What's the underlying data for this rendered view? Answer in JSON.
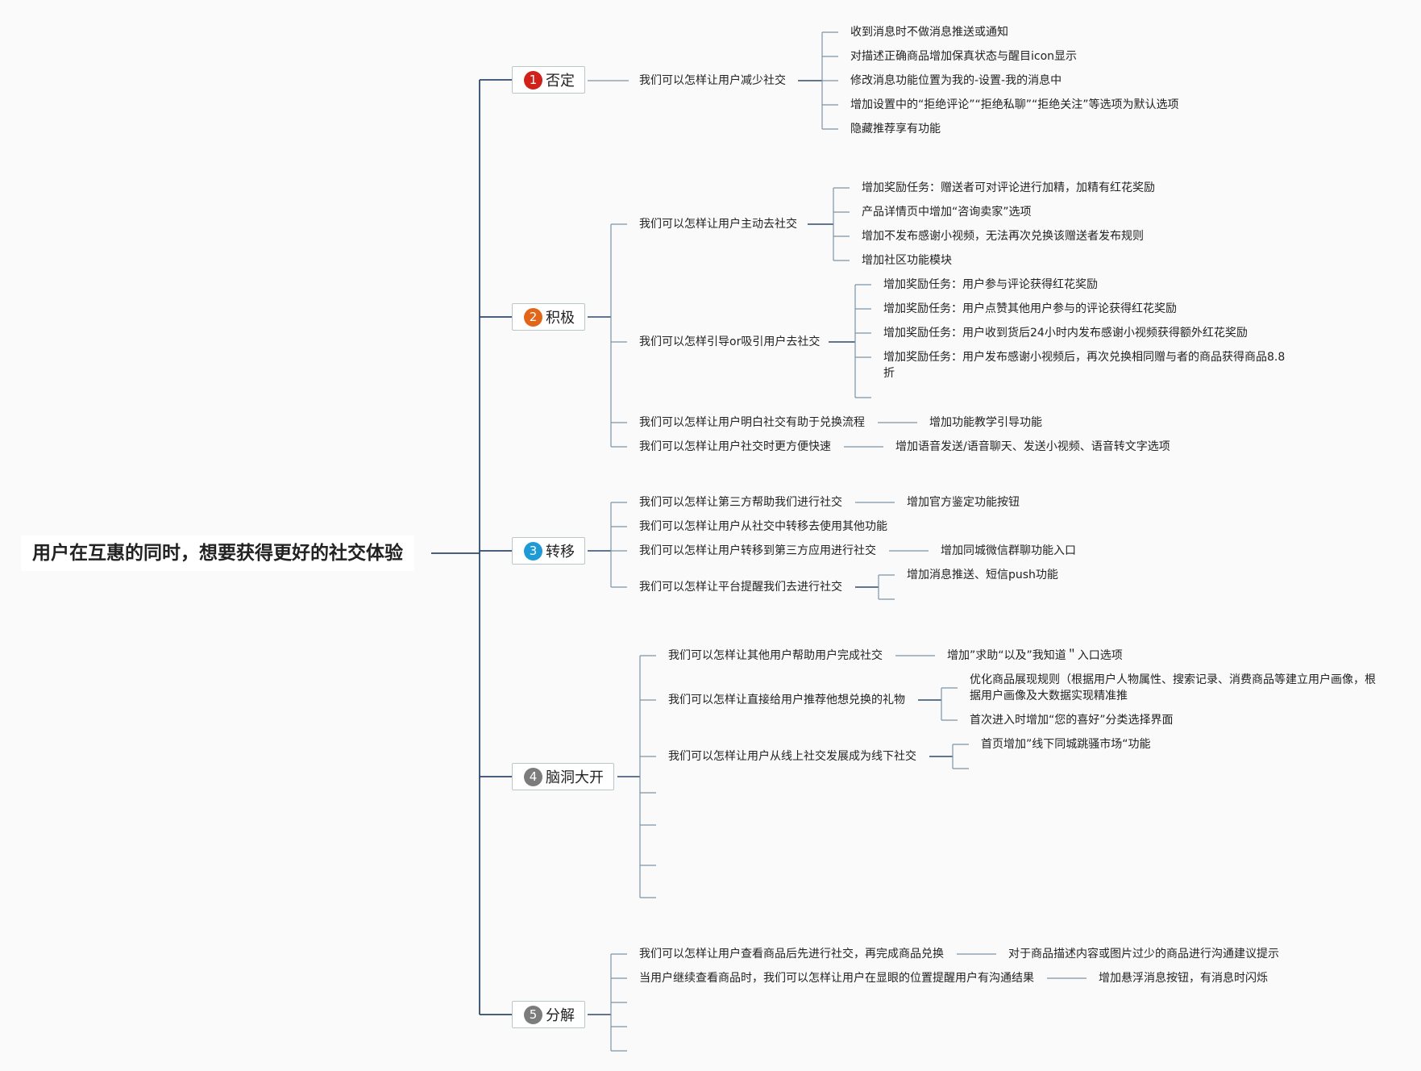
{
  "root": "用户在互惠的同时，想要获得更好的社交体验",
  "colors": {
    "line": "#2e4a6b",
    "line_light": "#7d93a8"
  },
  "branches": [
    {
      "num": "1",
      "label": "否定",
      "color": "#d0211a"
    },
    {
      "num": "2",
      "label": "积极",
      "color": "#e2661a"
    },
    {
      "num": "3",
      "label": "转移",
      "color": "#1e9ad6"
    },
    {
      "num": "4",
      "label": "脑洞大开",
      "color": "#7c7c7c"
    },
    {
      "num": "5",
      "label": "分解",
      "color": "#7c7c7c"
    }
  ],
  "texts": {
    "b1q1": "我们可以怎样让用户减少社交",
    "b1q1a1": "收到消息时不做消息推送或通知",
    "b1q1a2": "对描述正确商品增加保真状态与醒目icon显示",
    "b1q1a3": "修改消息功能位置为我的-设置-我的消息中",
    "b1q1a4": "增加设置中的“拒绝评论”“拒绝私聊”“拒绝关注”等选项为默认选项",
    "b1q1a5": "隐藏推荐享有功能",
    "b2q1": "我们可以怎样让用户主动去社交",
    "b2q1a1": "增加奖励任务：赠送者可对评论进行加精，加精有红花奖励",
    "b2q1a2": "产品详情页中增加“咨询卖家”选项",
    "b2q1a3": "增加不发布感谢小视频，无法再次兑换该赠送者发布规则",
    "b2q1a4": "增加社区功能模块",
    "b2q2": "我们可以怎样引导or吸引用户去社交",
    "b2q2a1": "增加奖励任务：用户参与评论获得红花奖励",
    "b2q2a2": "增加奖励任务：用户点赞其他用户参与的评论获得红花奖励",
    "b2q2a3": "增加奖励任务：用户收到货后24小时内发布感谢小视频获得额外红花奖励",
    "b2q2a4": "增加奖励任务：用户发布感谢小视频后，再次兑换相同赠与者的商品获得商品8.8折",
    "b2q3": "我们可以怎样让用户明白社交有助于兑换流程",
    "b2q3a1": "增加功能教学引导功能",
    "b2q4": "我们可以怎样让用户社交时更方便快速",
    "b2q4a1": "增加语音发送/语音聊天、发送小视频、语音转文字选项",
    "b3q1": "我们可以怎样让第三方帮助我们进行社交",
    "b3q1a1": "增加官方鉴定功能按钮",
    "b3q2": "我们可以怎样让用户从社交中转移去使用其他功能",
    "b3q3": "我们可以怎样让用户转移到第三方应用进行社交",
    "b3q3a1": "增加同城微信群聊功能入口",
    "b3q4": "我们可以怎样让平台提醒我们去进行社交",
    "b3q4a1": "增加消息推送、短信push功能",
    "b4q1": "我们可以怎样让其他用户帮助用户完成社交",
    "b4q1a1": "增加”求助“以及”我知道＂入口选项",
    "b4q2": "我们可以怎样让直接给用户推荐他想兑换的礼物",
    "b4q2a1": "优化商品展现规则（根据用户人物属性、搜索记录、消费商品等建立用户画像，根据用户画像及大数据实现精准推",
    "b4q2a2": "首次进入时增加“您的喜好”分类选择界面",
    "b4q3": "我们可以怎样让用户从线上社交发展成为线下社交",
    "b4q3a1": "首页增加”线下同城跳骚市场“功能",
    "b5q1": "我们可以怎样让用户查看商品后先进行社交，再完成商品兑换",
    "b5q1a1": "对于商品描述内容或图片过少的商品进行沟通建议提示",
    "b5q2": "当用户继续查看商品时，我们可以怎样让用户在显眼的位置提醒用户有沟通结果",
    "b5q2a1": "增加悬浮消息按钮，有消息时闪烁"
  }
}
